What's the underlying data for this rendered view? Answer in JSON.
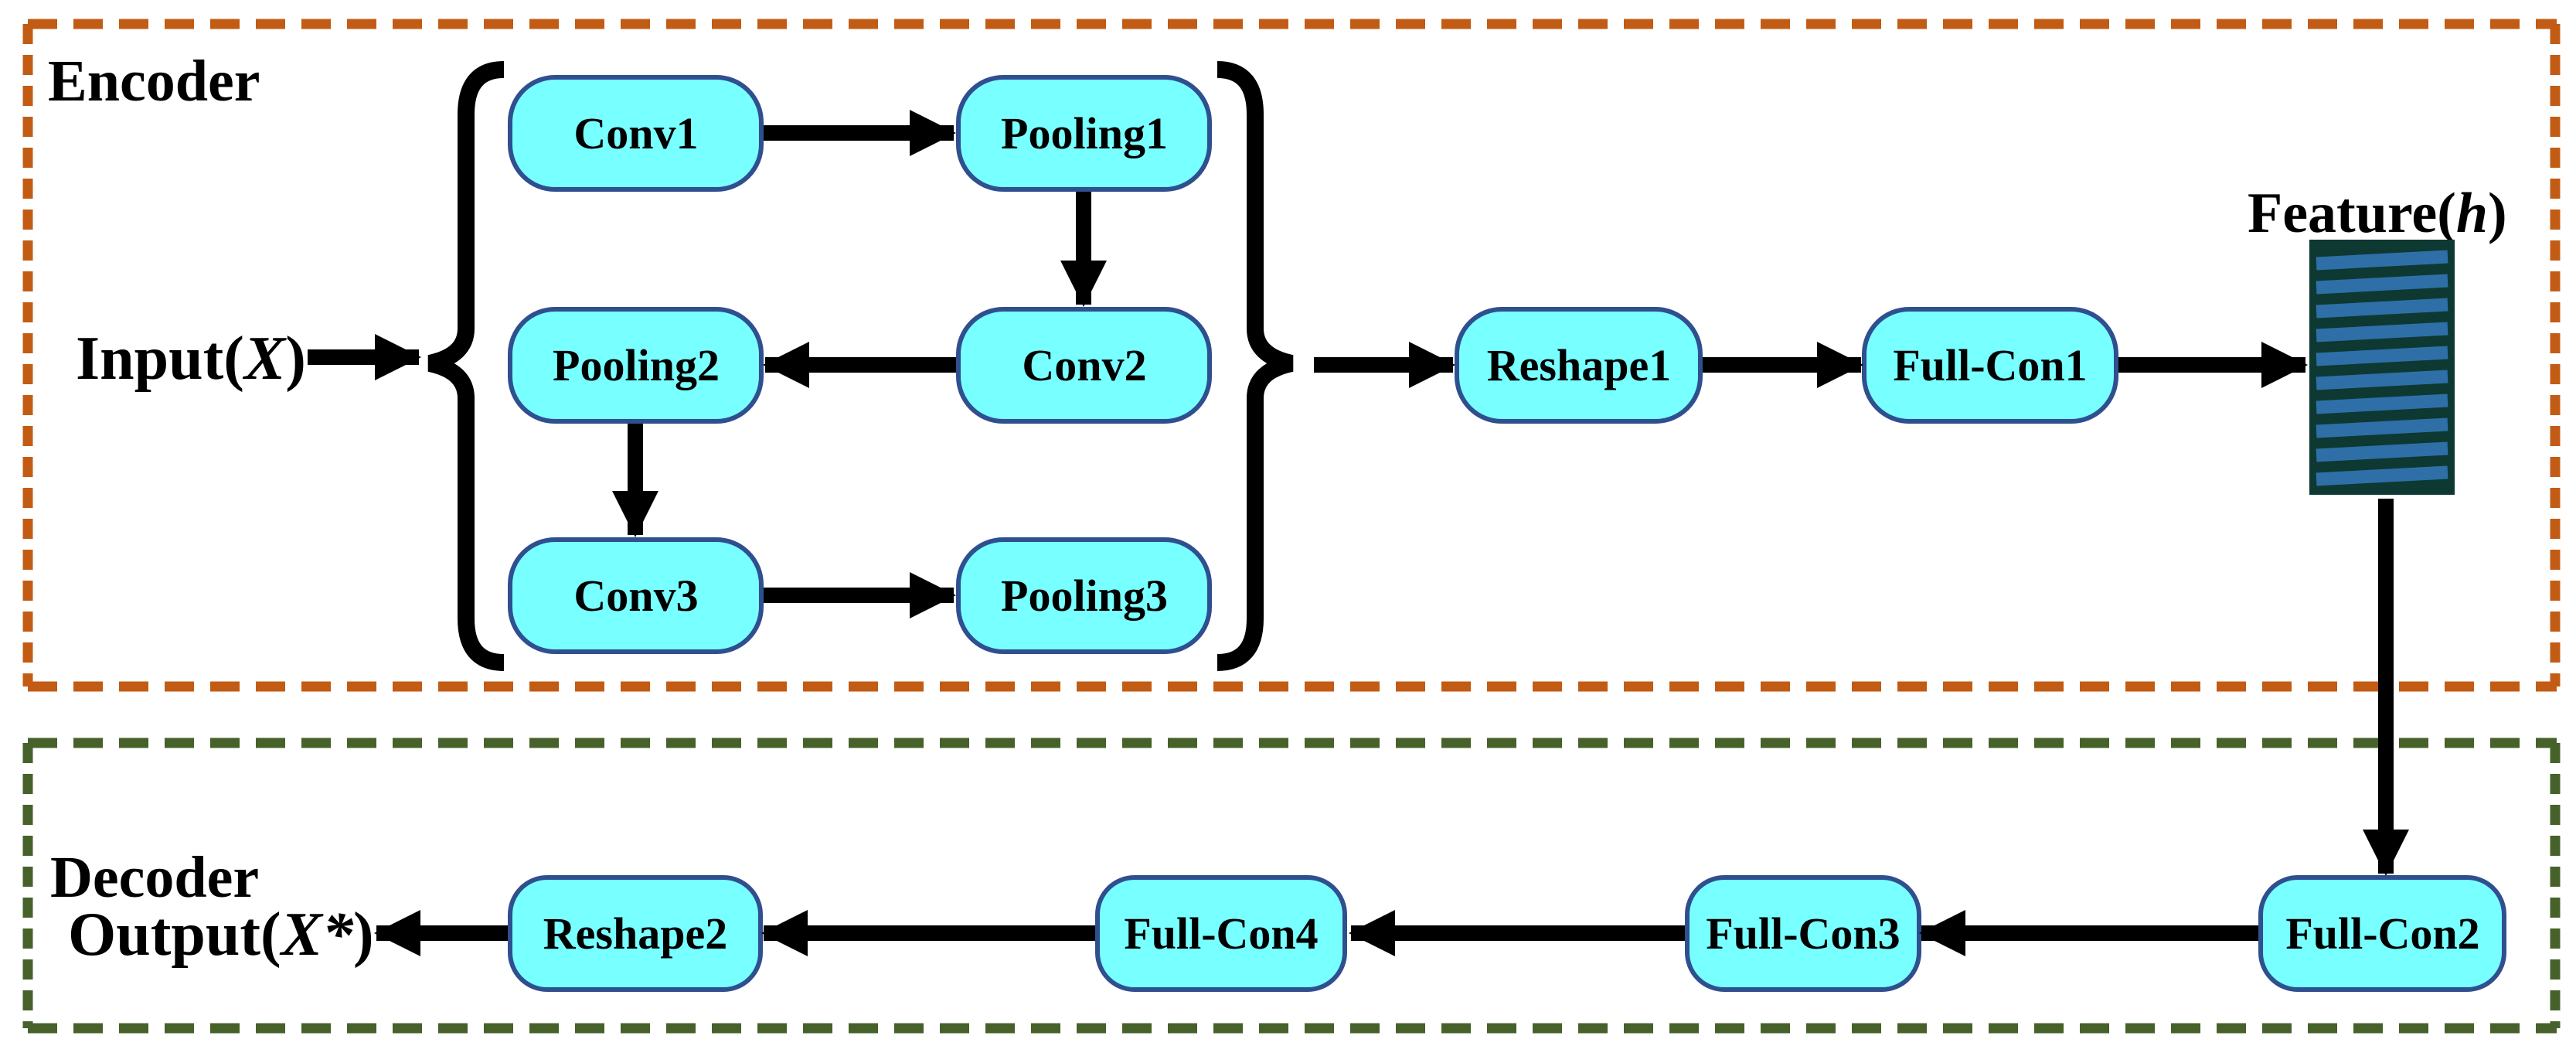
{
  "figure": {
    "encoder": {
      "title": "Encoder",
      "input": {
        "prefix": "Input(",
        "var": "X",
        "suffix": ")"
      },
      "nodes": {
        "conv1": "Conv1",
        "pooling1": "Pooling1",
        "conv2": "Conv2",
        "pooling2": "Pooling2",
        "conv3": "Conv3",
        "pooling3": "Pooling3",
        "reshape1": "Reshape1",
        "fullcon1": "Full-Con1"
      },
      "feature": {
        "prefix": "Feature(",
        "var": "h",
        "suffix": ")"
      }
    },
    "decoder": {
      "title": "Decoder",
      "nodes": {
        "fullcon2": "Full-Con2",
        "fullcon3": "Full-Con3",
        "fullcon4": "Full-Con4",
        "reshape2": "Reshape2"
      },
      "output": {
        "prefix": "Output(",
        "var": "X*",
        "suffix": ")"
      }
    },
    "colors": {
      "encoder_dash": "#c25c15",
      "decoder_dash": "#46612a",
      "section_title": "#f20d0d",
      "node_fill": "#78ffff",
      "node_stroke": "#2f4f8f",
      "feature_bg": "#0e3832",
      "feature_stripe": "#2e6fa8",
      "arrow": "#000000"
    }
  }
}
